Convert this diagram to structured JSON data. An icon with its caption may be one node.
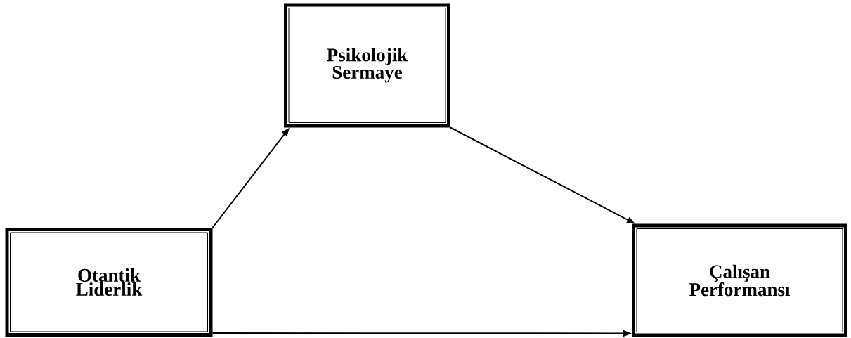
{
  "diagram": {
    "nodes": [
      {
        "text": [
          "Psikolojik Sermaye"
        ]
      },
      {
        "text": [
          "Otantik Liderlik"
        ]
      },
      {
        "text": [
          "Çalışan Performansı"
        ]
      }
    ],
    "edges": [
      {
        "from": 1,
        "to": 0,
        "arrow": "to"
      },
      {
        "from": 0,
        "to": 2,
        "arrow": "to"
      },
      {
        "from": 1,
        "to": 2,
        "arrow": "to"
      }
    ]
  }
}
